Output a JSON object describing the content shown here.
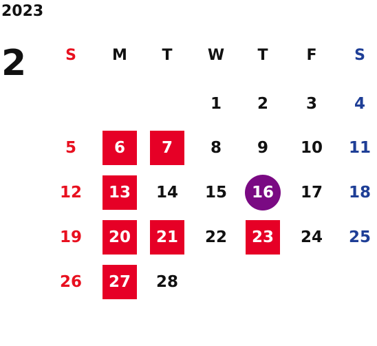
{
  "year": "2023",
  "month": "2",
  "weekdays": [
    {
      "label": "S",
      "kind": "sunday"
    },
    {
      "label": "M",
      "kind": "weekday"
    },
    {
      "label": "T",
      "kind": "weekday"
    },
    {
      "label": "W",
      "kind": "weekday"
    },
    {
      "label": "T",
      "kind": "weekday"
    },
    {
      "label": "F",
      "kind": "weekday"
    },
    {
      "label": "S",
      "kind": "saturday"
    }
  ],
  "weeks": [
    [
      null,
      null,
      null,
      {
        "day": "1"
      },
      {
        "day": "2"
      },
      {
        "day": "3"
      },
      {
        "day": "4"
      }
    ],
    [
      {
        "day": "5"
      },
      {
        "day": "6",
        "highlight": "closed"
      },
      {
        "day": "7",
        "highlight": "closed"
      },
      {
        "day": "8"
      },
      {
        "day": "9"
      },
      {
        "day": "10"
      },
      {
        "day": "11"
      }
    ],
    [
      {
        "day": "12"
      },
      {
        "day": "13",
        "highlight": "closed"
      },
      {
        "day": "14"
      },
      {
        "day": "15"
      },
      {
        "day": "16",
        "highlight": "today"
      },
      {
        "day": "17"
      },
      {
        "day": "18"
      }
    ],
    [
      {
        "day": "19"
      },
      {
        "day": "20",
        "highlight": "closed"
      },
      {
        "day": "21",
        "highlight": "closed"
      },
      {
        "day": "22"
      },
      {
        "day": "23",
        "highlight": "closed"
      },
      {
        "day": "24"
      },
      {
        "day": "25"
      }
    ],
    [
      {
        "day": "26"
      },
      {
        "day": "27",
        "highlight": "closed"
      },
      {
        "day": "28"
      },
      null,
      null,
      null,
      null
    ]
  ],
  "colors": {
    "sunday_text": "#e8101f",
    "saturday_text": "#1e3e96",
    "weekday_text": "#111111",
    "closed_box": "#e60026",
    "today_circle": "#7a0a83",
    "highlight_text": "#ffffff"
  }
}
